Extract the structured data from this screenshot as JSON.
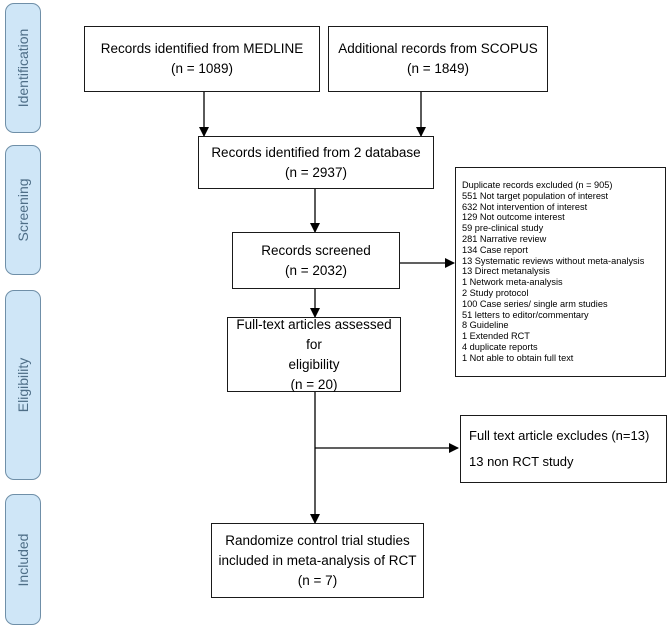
{
  "stages": [
    {
      "label": "Identification"
    },
    {
      "label": "Screening"
    },
    {
      "label": "Eligibility"
    },
    {
      "label": "Included"
    }
  ],
  "boxes": {
    "medline": {
      "lines": [
        "Records identified from MEDLINE",
        "(n = 1089)"
      ]
    },
    "scopus": {
      "lines": [
        "Additional records from SCOPUS",
        "(n = 1849)"
      ]
    },
    "combined": {
      "lines": [
        "Records identified from 2 database",
        "(n = 2937)"
      ]
    },
    "screened": {
      "lines": [
        "Records screened",
        "(n = 2032)"
      ]
    },
    "fulltext_assessed": {
      "lines": [
        "Full-text articles assessed for",
        "eligibility",
        "(n = 20)"
      ]
    },
    "included": {
      "lines": [
        "Randomize control trial studies",
        "included in meta-analysis of RCT",
        "(n = 7)"
      ]
    }
  },
  "screening_exclusions": [
    "Duplicate records excluded (n = 905)",
    "551 Not target population of interest",
    "632 Not intervention of interest",
    "129 Not outcome interest",
    "59 pre-clinical study",
    "281 Narrative review",
    "134 Case report",
    "13 Systematic reviews without meta-analysis",
    "13 Direct metanalysis",
    "1 Network meta-analysis",
    "2 Study protocol",
    "100 Case series/ single arm studies",
    "51 letters to editor/commentary",
    "8 Guideline",
    "1 Extended RCT",
    "4 duplicate reports",
    "1 Not able to obtain full text"
  ],
  "fulltext_exclusions": [
    "Full text article excludes (n=13)",
    "13 non RCT study"
  ],
  "colors": {
    "stage_fill": "#cfe6f7",
    "stage_border": "#6f8fa8",
    "stage_text": "#4e6e87",
    "box_border": "#1a1a1a"
  }
}
